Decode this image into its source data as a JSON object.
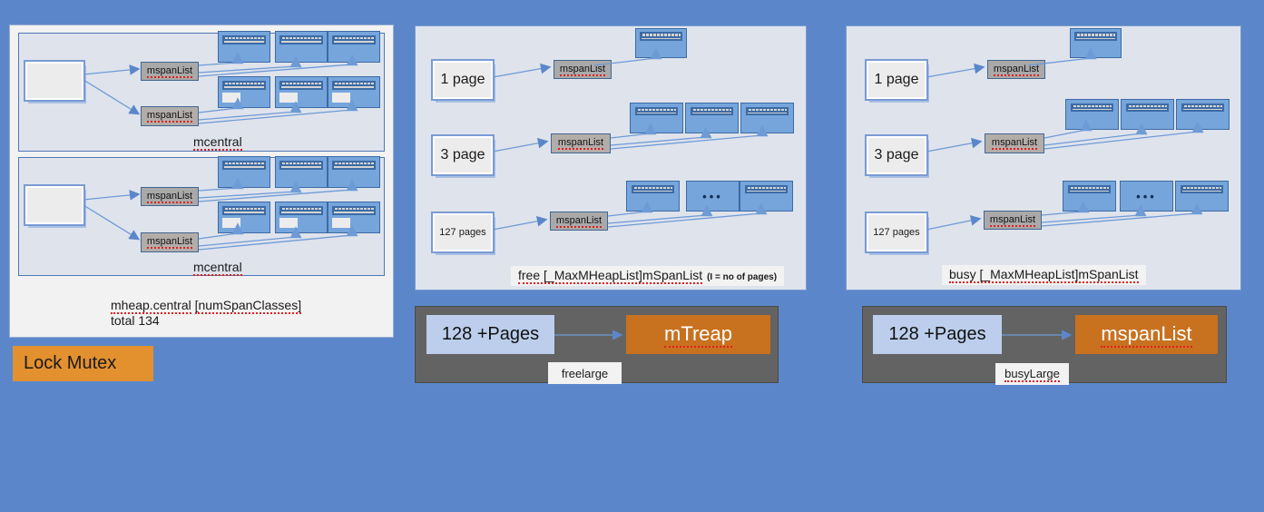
{
  "theme": {
    "background": "#5B87CA",
    "panel_light": "#DFE3EC",
    "panel_white": "#F2F2F2",
    "accent_orange": "#C8711F",
    "lock_orange": "#E3902F",
    "band_grey": "#636363",
    "span_blue": "#76A5DC",
    "chip_grey": "#A9A9A9"
  },
  "left_panel": {
    "mcentral_top": {
      "title": "mcentral",
      "lists": [
        {
          "label": "mspanList"
        },
        {
          "label": "mspanList"
        }
      ],
      "spans_row1": [
        "span",
        "span",
        "span"
      ],
      "spans_row2": [
        "span-win",
        "span-win",
        "span-win"
      ]
    },
    "mcentral_bottom": {
      "title": "mcentral",
      "lists": [
        {
          "label": "mspanList"
        },
        {
          "label": "mspanList"
        }
      ],
      "spans_row1": [
        "span",
        "span",
        "span"
      ],
      "spans_row2": [
        "span-win",
        "span-win",
        "span-win"
      ]
    },
    "info": {
      "line1": "mheap.central [numSpanClasses]",
      "line1_a": "mheap.central",
      "line1_b": "[numSpanClasses]",
      "line2": "total 134"
    },
    "lock_button": "Lock Mutex"
  },
  "middle_panel": {
    "rows": [
      {
        "page_label": "1 page",
        "list_label": "mspanList",
        "spans": [
          "span"
        ]
      },
      {
        "page_label": "3 page",
        "list_label": "mspanList",
        "spans": [
          "span",
          "span",
          "span"
        ]
      },
      {
        "page_label": "127 pages",
        "list_label": "mspanList",
        "spans": [
          "span",
          "dots",
          "span"
        ]
      }
    ],
    "caption_main": "free [_MaxMHeapList]mSpanList",
    "caption_note": "(I = no of pages)",
    "footer": {
      "left_label": "128 +Pages",
      "right_label": "mTreap",
      "tag": "freelarge"
    }
  },
  "right_panel": {
    "rows": [
      {
        "page_label": "1 page",
        "list_label": "mspanList",
        "spans": [
          "span"
        ]
      },
      {
        "page_label": "3 page",
        "list_label": "mspanList",
        "spans": [
          "span",
          "span",
          "span"
        ]
      },
      {
        "page_label": "127 pages",
        "list_label": "mspanList",
        "spans": [
          "span",
          "dots",
          "span"
        ]
      }
    ],
    "caption_main": "busy [_MaxMHeapList]mSpanList",
    "footer": {
      "left_label": "128 +Pages",
      "right_label": "mspanList",
      "tag": "busyLarge"
    }
  }
}
